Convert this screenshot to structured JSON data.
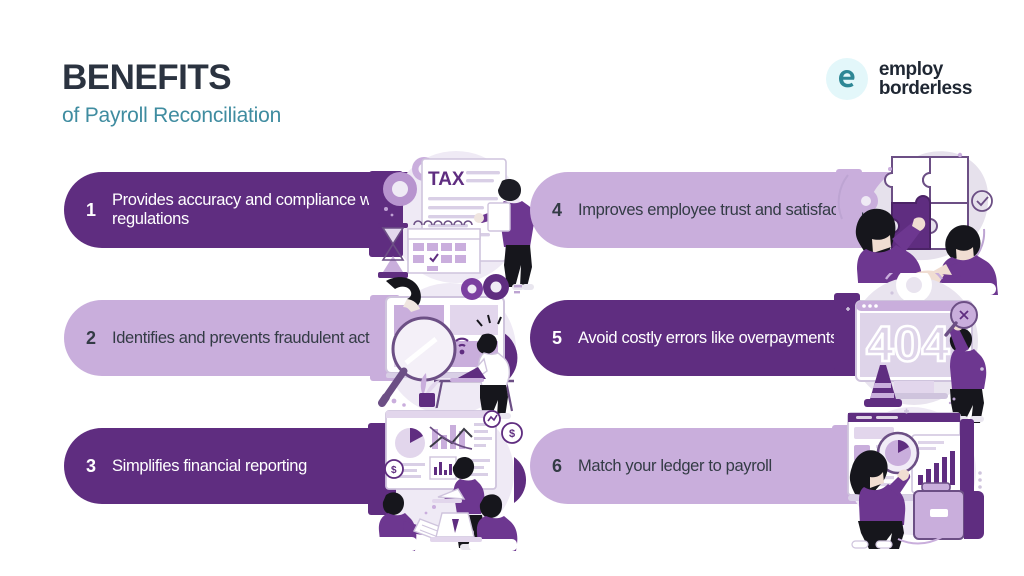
{
  "header": {
    "title": "BENEFITS",
    "subtitle": "of Payroll Reconciliation",
    "title_color": "#2b3340",
    "subtitle_color": "#3f8ca0"
  },
  "logo": {
    "mark_letter": "e",
    "mark_icon": "employ-borderless-e-icon",
    "line1": "employ",
    "line2": "borderless",
    "mark_bg_color": "#e3f7fa",
    "mark_letter_color": "#2e8795",
    "wordmark_color": "#1f2733"
  },
  "theme": {
    "dark_purple": "#5f2d80",
    "light_purple": "#c9aedc",
    "white": "#ffffff",
    "dark_text": "#333b45",
    "page_background": "#ffffff"
  },
  "benefits": [
    {
      "number": "1",
      "text": "Provides accuracy and compliance with tax regulations",
      "style": "dark",
      "illustration": "tax-document-calendar-hourglass-illustration"
    },
    {
      "number": "2",
      "text": "Identifies and prevents fraudulent activities",
      "style": "light",
      "illustration": "magnifying-glass-laptop-fraud-illustration"
    },
    {
      "number": "3",
      "text": "Simplifies financial reporting",
      "style": "dark",
      "illustration": "financial-reporting-charts-illustration"
    },
    {
      "number": "4",
      "text": "Improves employee trust and satisfaction",
      "style": "light",
      "illustration": "puzzle-pieces-handshake-illustration"
    },
    {
      "number": "5",
      "text": "Avoid costly errors like overpayments",
      "style": "dark",
      "illustration": "error-404-monitor-cone-illustration"
    },
    {
      "number": "6",
      "text": "Match your ledger to payroll",
      "style": "light",
      "illustration": "ledger-dashboard-briefcase-illustration"
    }
  ],
  "illustration_labels": {
    "tax_heading": "TAX",
    "error_code": "404",
    "currency_symbol": "$"
  }
}
